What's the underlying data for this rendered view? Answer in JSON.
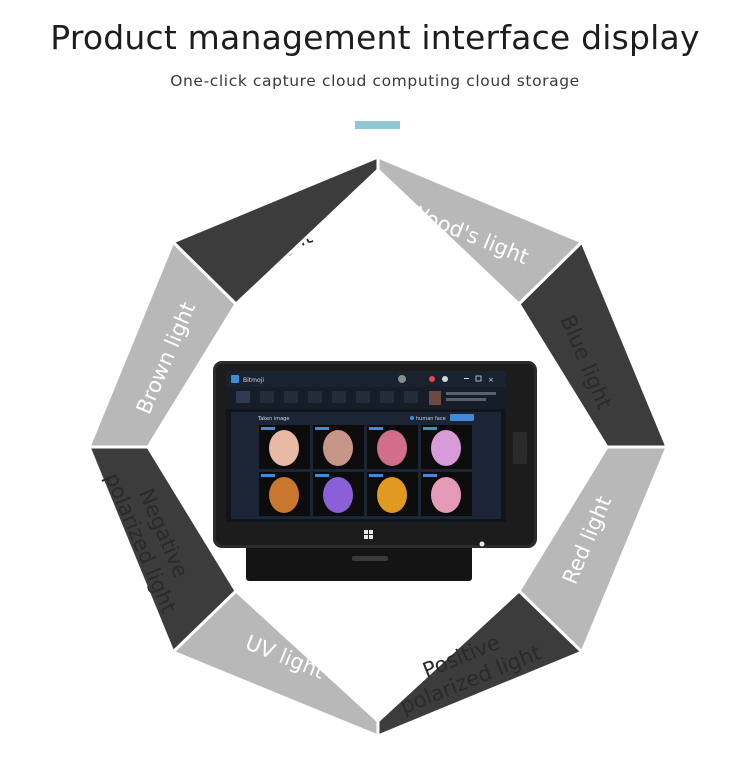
{
  "header": {
    "title": "Product management interface display",
    "subtitle": "One-click capture cloud computing cloud storage"
  },
  "colors": {
    "accent_bar": "#90c6d2",
    "segment_dark": "#3c3c3c",
    "segment_light": "#b8b8b8"
  },
  "segments": [
    {
      "id": "rgb-white-light",
      "lines": [
        "RGB white",
        "light"
      ],
      "shade": "light"
    },
    {
      "id": "woods-light",
      "lines": [
        "Wood's light"
      ],
      "shade": "dark"
    },
    {
      "id": "blue-light",
      "lines": [
        "Blue light"
      ],
      "shade": "light"
    },
    {
      "id": "red-light",
      "lines": [
        "Red light"
      ],
      "shade": "dark"
    },
    {
      "id": "positive-polarized-light",
      "lines": [
        "Positive",
        "polarized light"
      ],
      "shade": "light"
    },
    {
      "id": "uv-light",
      "lines": [
        "UV light"
      ],
      "shade": "dark"
    },
    {
      "id": "negative-polarized-light",
      "lines": [
        "Negative",
        "polarized light"
      ],
      "shade": "light"
    },
    {
      "id": "brown-light",
      "lines": [
        "Brown light"
      ],
      "shade": "dark"
    }
  ],
  "device": {
    "app_name": "Bitmoji",
    "panel_title": "Taken image",
    "mode_label": "human face",
    "face_icon": "face-thumbnail-icon",
    "tablet_icons": [
      "camera-icon",
      "windows-logo-icon"
    ],
    "photo_tints": [
      "#e8b9a5",
      "#c89688",
      "#d06e8c",
      "#d89ad8",
      "#c9772e",
      "#8b5fd8",
      "#e09a20",
      "#e59ab8"
    ]
  }
}
